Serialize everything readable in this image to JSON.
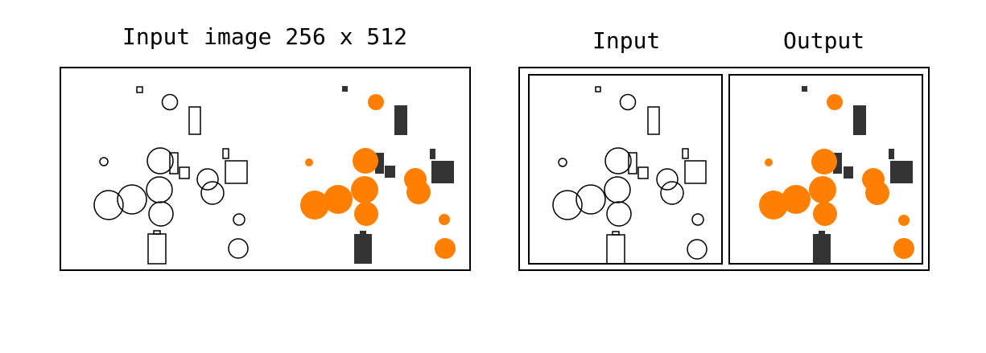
{
  "titles": {
    "left": "Input image 256 x 512",
    "input": "Input",
    "output": "Output"
  },
  "colors": {
    "outline": "#000000",
    "orange": "#ff8000",
    "dark": "#333333",
    "background": "#ffffff"
  }
}
